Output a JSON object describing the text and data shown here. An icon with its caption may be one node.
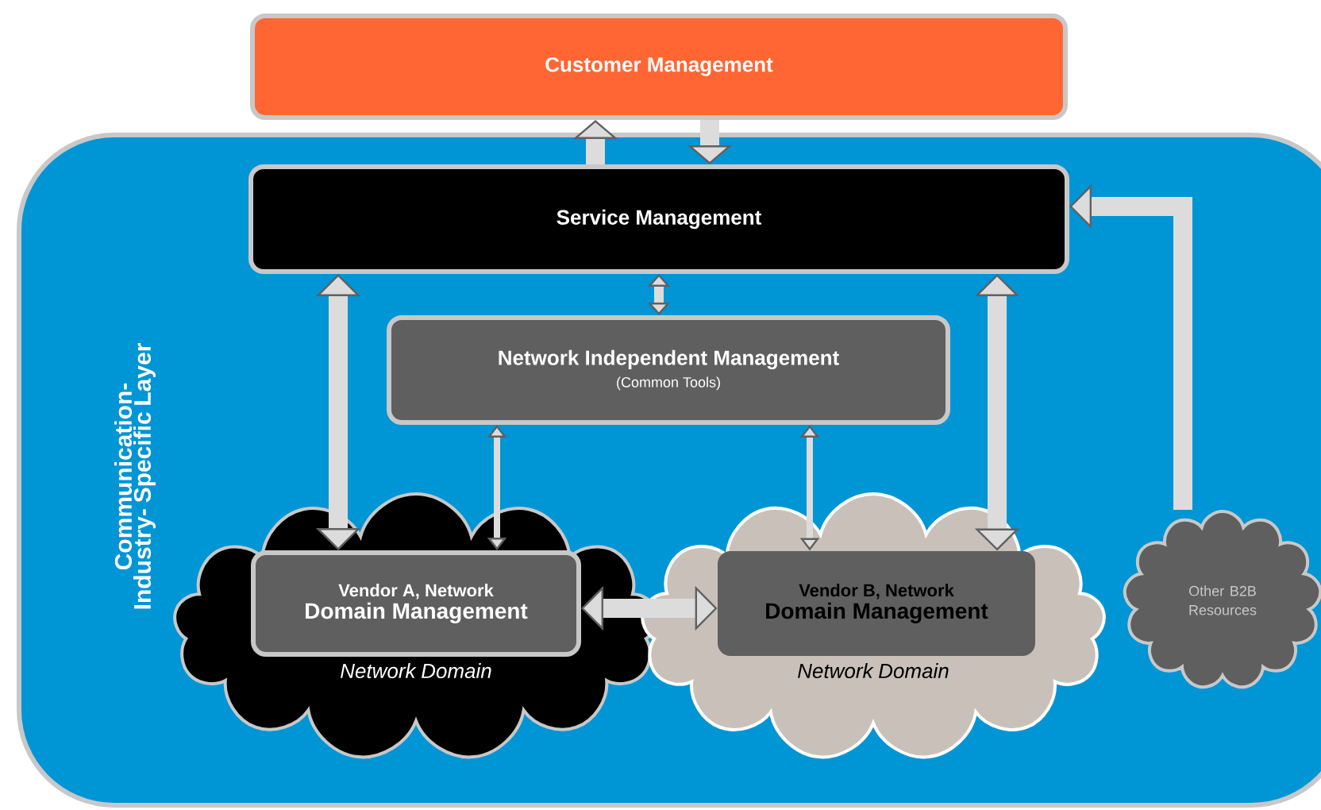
{
  "diagram": {
    "nodes": [
      {
        "text": [
          "Customer Management"
        ]
      },
      {
        "text": [
          "Communication-Industry- Specific Layer"
        ]
      },
      {
        "text": [
          "Service Management"
        ],
        "in": 1
      },
      {
        "text": [
          "Network Independent Management",
          "(Common Tools)"
        ],
        "in": 1
      },
      {
        "text": [
          "Network Domain"
        ],
        "in": 1
      },
      {
        "text": [
          "Vendor A, Network",
          "Domain  Management"
        ],
        "in": 4
      },
      {
        "text": [
          "Network Domain"
        ],
        "in": 1
      },
      {
        "text": [
          "Vendor B, Network",
          "Domain Management"
        ],
        "in": 6
      },
      {
        "text": [
          "Other B2B Resources"
        ],
        "in": 1
      }
    ],
    "edges": [
      {
        "from": 2,
        "to": 0,
        "arrow": "to"
      },
      {
        "from": 0,
        "to": 2,
        "arrow": "to"
      },
      {
        "from": 2,
        "to": 5,
        "arrow": "both"
      },
      {
        "from": 2,
        "to": 3,
        "arrow": "both"
      },
      {
        "from": 3,
        "to": 5,
        "arrow": "both"
      },
      {
        "from": 3,
        "to": 7,
        "arrow": "both"
      },
      {
        "from": 2,
        "to": 7,
        "arrow": "both"
      },
      {
        "from": 5,
        "to": 7,
        "arrow": "both"
      },
      {
        "from": 8,
        "to": 2,
        "arrow": "to"
      }
    ]
  }
}
